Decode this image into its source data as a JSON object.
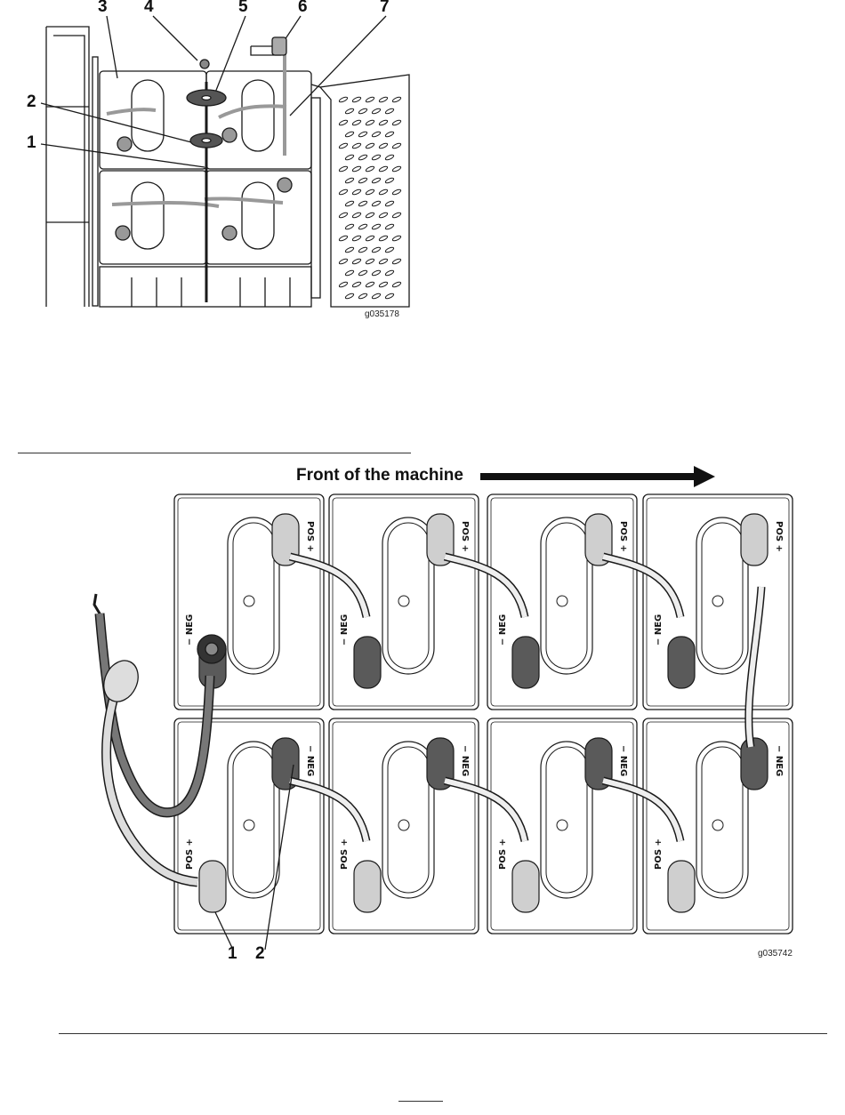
{
  "figure_top": {
    "callouts": [
      "1",
      "2",
      "3",
      "4",
      "5",
      "6",
      "7"
    ],
    "graphic_code": "g035178"
  },
  "figure_bottom": {
    "caption": "Front of the machine",
    "callouts": [
      "1",
      "2"
    ],
    "graphic_code": "g035742",
    "terminal_labels": {
      "pos": "POS",
      "neg": "NEG",
      "plus": "+",
      "minus": "−"
    }
  },
  "colors": {
    "line": "#1a1a1a",
    "dark_boot": "#5a5a5a",
    "light_boot": "#cfcfcf",
    "battery_fill": "#ffffff"
  }
}
